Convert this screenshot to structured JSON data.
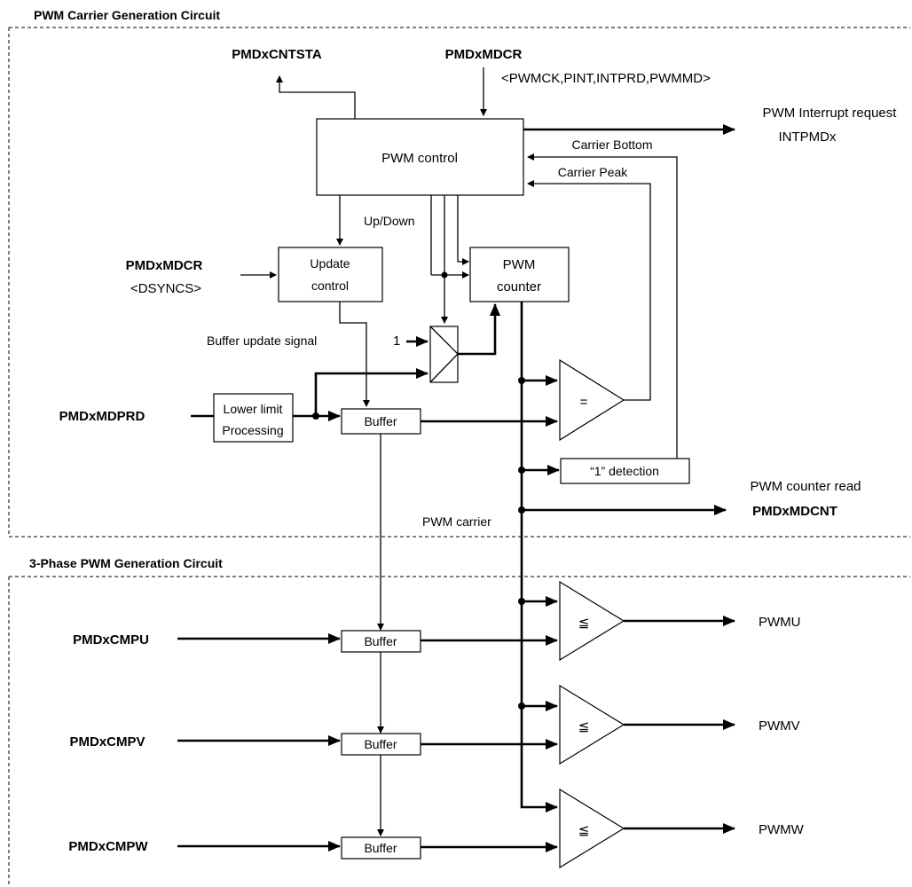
{
  "sections": {
    "carrier_title": "PWM Carrier Generation Circuit",
    "three_phase_title": "3-Phase PWM Generation Circuit"
  },
  "registers": {
    "cntsta": "PMDxCNTSTA",
    "mdcr_top": "PMDxMDCR",
    "mdcr_top_fields": "<PWMCK,PINT,INTPRD,PWMMD>",
    "mdcr_left": "PMDxMDCR",
    "mdcr_left_fields": "<DSYNCS>",
    "mdprd": "PMDxMDPRD",
    "mdcnt": "PMDxMDCNT",
    "cmpu": "PMDxCMPU",
    "cmpv": "PMDxCMPV",
    "cmpw": "PMDxCMPW"
  },
  "blocks": {
    "pwm_control": "PWM control",
    "update_control_1": "Update",
    "update_control_2": "control",
    "pwm_counter_1": "PWM",
    "pwm_counter_2": "counter",
    "lower_limit_1": "Lower limit",
    "lower_limit_2": "Processing",
    "buffer": "Buffer",
    "one_detection": "“1” detection",
    "comparator_eq": "=",
    "comparator_le": "≦"
  },
  "signals": {
    "interrupt_1": "PWM Interrupt request",
    "interrupt_2": "INTPMDx",
    "carrier_bottom": "Carrier Bottom",
    "carrier_peak": "Carrier Peak",
    "up_down": "Up/Down",
    "buffer_update": "Buffer update signal",
    "mux_one": "1",
    "counter_read": "PWM counter read",
    "pwm_carrier": "PWM carrier",
    "pwmu": "PWMU",
    "pwmv": "PWMV",
    "pwmw": "PWMW"
  }
}
